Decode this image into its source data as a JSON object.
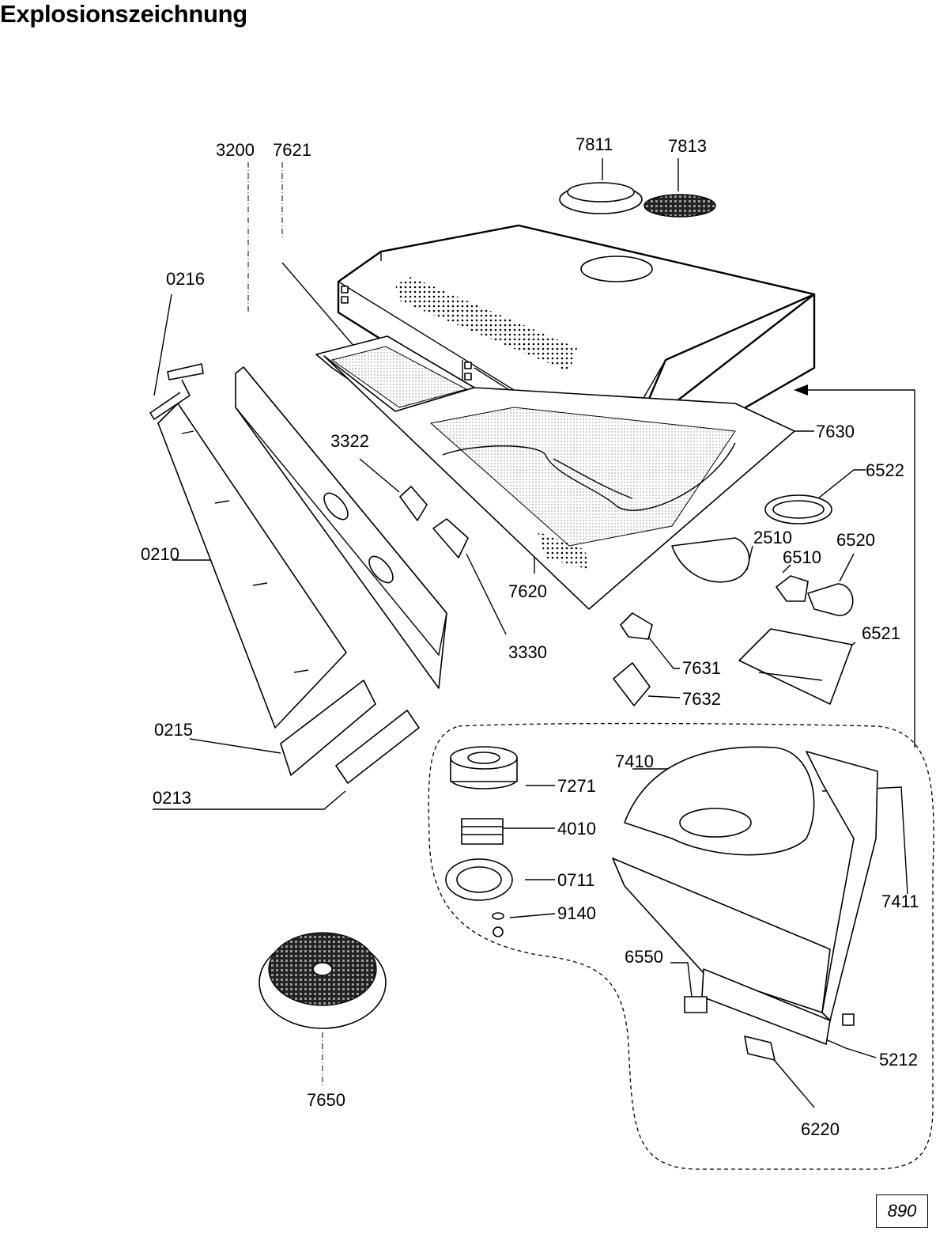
{
  "title": "Explosionszeichnung",
  "page_number": "890",
  "parts": {
    "p7811": "7811",
    "p7813": "7813",
    "p3200": "3200",
    "p7621": "7621",
    "p0216": "0216",
    "p7630": "7630",
    "p6522": "6522",
    "p3322": "3322",
    "p2510": "2510",
    "p6520": "6520",
    "p6510": "6510",
    "p0210": "0210",
    "p7620": "7620",
    "p6521": "6521",
    "p3330": "3330",
    "p7631": "7631",
    "p7632": "7632",
    "p0215": "0215",
    "p7410": "7410",
    "p7271": "7271",
    "p0213": "0213",
    "p4010": "4010",
    "p0711": "0711",
    "p7411": "7411",
    "p9140": "9140",
    "p6550": "6550",
    "p5212": "5212",
    "p7650": "7650",
    "p6220": "6220"
  }
}
